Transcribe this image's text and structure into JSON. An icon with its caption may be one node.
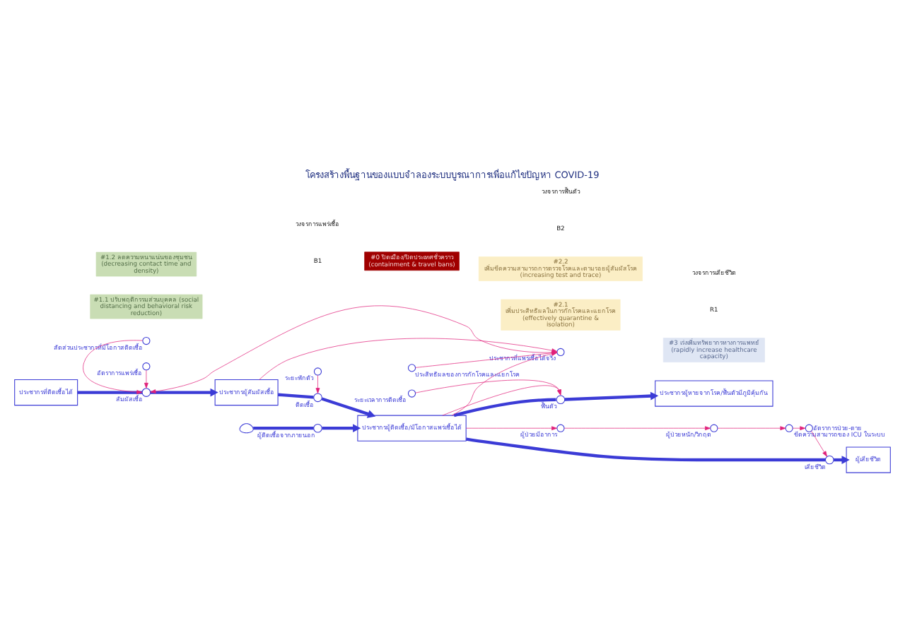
{
  "diagram": {
    "title": "โครงสร้างพื้นฐานของแบบจำลองระบบบูรณาการเพื่อแก้ไขปัญหา COVID-19",
    "nodes": [
      {
        "text": [
          "ประชากรที่ติดเชื้อได้"
        ]
      },
      {
        "text": [],
        "shape": "circle",
        "beside": [
          "สัมผัสเชื้อ"
        ]
      },
      {
        "text": [
          "ประชากรผู้สัมผัสเชื้อ"
        ]
      },
      {
        "text": [],
        "shape": "circle",
        "beside": [
          "ติดเชื้อ"
        ]
      },
      {
        "text": [
          "ประชากรผู้ติดเชื้อ/มีโอกาสแพร่เชื้อได้"
        ]
      },
      {
        "text": [],
        "shape": "cloud"
      },
      {
        "text": [],
        "shape": "circle",
        "beside": [
          "ผู้ติดเชื้อจากภายนอก"
        ]
      },
      {
        "text": [],
        "shape": "circle",
        "beside": [
          "เสียชีวิต"
        ]
      },
      {
        "text": [
          "ผู้เสียชีวิต"
        ]
      },
      {
        "text": [],
        "shape": "circle",
        "beside": [
          "ฟื้นตัว"
        ]
      },
      {
        "text": [
          "ประชากรผู้หายจากโรค/ฟื้นตัวมีภูมิคุ้มกัน"
        ]
      },
      {
        "text": [],
        "shape": "circle",
        "beside": [
          "อัตราการแพร่เชื้อ"
        ]
      },
      {
        "text": [],
        "shape": "circle",
        "beside": [
          "สัดส่วนประชากรที่มีโอกาสติดเชื้อ"
        ]
      },
      {
        "text": [],
        "shape": "circle",
        "beside": [
          "ระยะฟักตัว"
        ]
      },
      {
        "text": [],
        "shape": "circle",
        "beside": [
          "ประชากรที่แพร่เชื้อได้จริง"
        ]
      },
      {
        "text": [],
        "shape": "circle",
        "beside": [
          "ประสิทธิผลของการกักโรคและแยกโรค"
        ]
      },
      {
        "text": [],
        "shape": "circle",
        "beside": [
          "ผู้ป่วยมีอาการ"
        ]
      },
      {
        "text": [],
        "shape": "circle",
        "beside": [
          "ผู้ป่วยหนัก/วิกฤต"
        ]
      },
      {
        "text": [],
        "shape": "circle",
        "beside": [
          "ขีดความสามารถของ ICU ในระบบ"
        ]
      },
      {
        "text": [],
        "shape": "circle",
        "beside": [
          "อัตราการป่วย-ตาย"
        ]
      },
      {
        "text": [],
        "shape": "circle",
        "beside": [
          "ระยะเวลาการติดเชื้อ"
        ]
      },
      {
        "text": [
          "#0 ปิดเมือง/ปิดประเทศชั่วคราว (containment & travel bans)"
        ]
      },
      {
        "text": [
          "#1.1 ปรับพฤติกรรมส่วนบุคคล (social distancing and behavioral risk reduction)"
        ]
      },
      {
        "text": [
          "#1.2 ลดความหนาแน่นของชุมชน (decreasing contact time and density)"
        ]
      },
      {
        "text": [
          "#3 เร่งเพิ่มทรัพยากรทางการแพทย์ (rapidly increase healthcare capacity)"
        ]
      },
      {
        "text": [
          "#2.1 เพิ่มประสิทธิผลในการกักโรคและแยกโรค (effectively quarantine & isolation)"
        ]
      },
      {
        "text": [
          "#2.2 เพิ่มขีดความสามารถการตรวจโรคและตามรอยผู้สัมผัสโรค (increasing test and trace)"
        ]
      }
    ],
    "edges": [
      {
        "from": 0,
        "to": 1,
        "arrow": "none",
        "style": "thick",
        "color": "#3b3bd6"
      },
      {
        "from": 1,
        "to": 2,
        "arrow": "to",
        "style": "thick",
        "color": "#3b3bd6"
      },
      {
        "from": 2,
        "to": 3,
        "arrow": "none",
        "style": "thick",
        "color": "#3b3bd6"
      },
      {
        "from": 3,
        "to": 4,
        "arrow": "to",
        "style": "thick",
        "color": "#3b3bd6"
      },
      {
        "from": 5,
        "to": 6,
        "arrow": "none",
        "style": "thick",
        "color": "#3b3bd6"
      },
      {
        "from": 6,
        "to": 4,
        "arrow": "to",
        "style": "thick",
        "color": "#3b3bd6"
      },
      {
        "from": 4,
        "to": 7,
        "arrow": "none",
        "style": "thick",
        "color": "#3b3bd6"
      },
      {
        "from": 7,
        "to": 8,
        "arrow": "to",
        "style": "thick",
        "color": "#3b3bd6"
      },
      {
        "from": 4,
        "to": 9,
        "arrow": "none",
        "style": "thick",
        "color": "#3b3bd6"
      },
      {
        "from": 9,
        "to": 10,
        "arrow": "to",
        "style": "thick",
        "color": "#3b3bd6"
      },
      {
        "from": 11,
        "to": 1,
        "arrow": "to"
      },
      {
        "from": 12,
        "to": 1,
        "arrow": "to"
      },
      {
        "from": 14,
        "to": 1,
        "arrow": "to"
      },
      {
        "from": 13,
        "to": 3,
        "arrow": "to"
      },
      {
        "from": 2,
        "to": 14,
        "arrow": "to"
      },
      {
        "from": 4,
        "to": 14,
        "arrow": "to"
      },
      {
        "from": 15,
        "to": 14,
        "arrow": "to"
      },
      {
        "from": 4,
        "to": 16,
        "arrow": "to"
      },
      {
        "from": 16,
        "to": 17,
        "arrow": "to"
      },
      {
        "from": 17,
        "to": 18,
        "arrow": "to"
      },
      {
        "from": 18,
        "to": 19,
        "arrow": "to"
      },
      {
        "from": 19,
        "to": 7,
        "arrow": "to"
      },
      {
        "from": 4,
        "to": 9,
        "arrow": "to"
      },
      {
        "from": 20,
        "to": 9,
        "arrow": "to"
      }
    ],
    "labels": [
      "R1",
      "วงจรการเสียชีวิต",
      "B1",
      "วงจรการแพร่เชื้อ",
      "B2",
      "วงจรการฟื้นตัว"
    ]
  }
}
